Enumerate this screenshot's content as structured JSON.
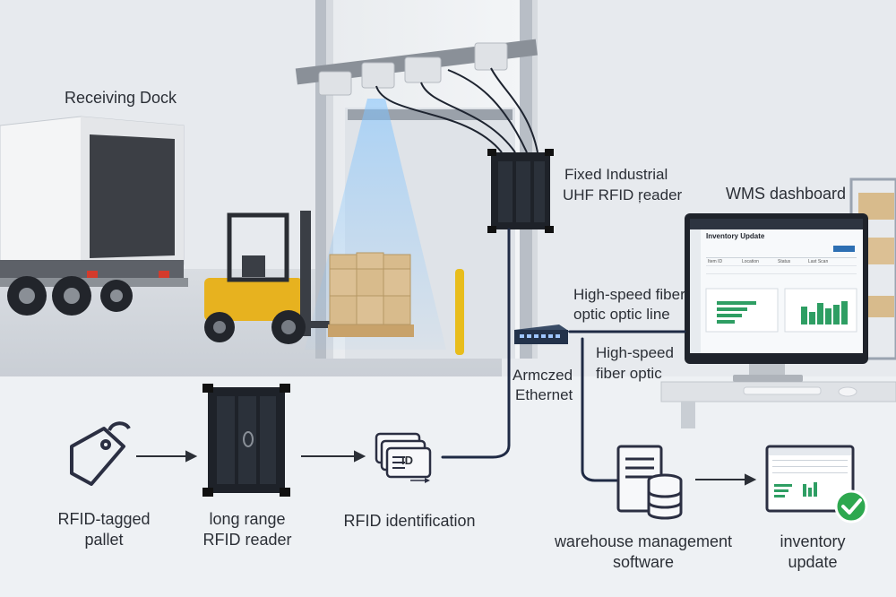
{
  "labels": {
    "receiving_dock": "Receiving Dock",
    "fixed_reader_line1": "Fixed Industrial",
    "fixed_reader_line2": "UHF RFID ŗeader",
    "wms_dashboard": "WMS dashboard",
    "fiber_line1_a": "High-speed fiber",
    "fiber_line1_b": "optic optic line",
    "fiber_line2_a": "High-speed",
    "fiber_line2_b": "fiber optic",
    "ethernet_a": "Armczed",
    "ethernet_b": "Ethernet",
    "tag_a": "RFID-tagged",
    "tag_b": "pallet",
    "reader_a": "long range",
    "reader_b": "RFID reader",
    "identification": "RFID identification",
    "wms_a": "warehouse management",
    "wms_b": "software",
    "inventory_a": "inventory",
    "inventory_b": "update"
  },
  "id_card_text": "ID",
  "monitor": {
    "app_title": "Inventory Update",
    "columns": [
      "Item ID",
      "Location",
      "Status",
      "Last Scan"
    ]
  },
  "colors": {
    "accent_blue": "#2d6fb3",
    "chart_green": "#2e9e63",
    "navy_line": "#1f2a44",
    "forklift_yellow": "#e7b21f",
    "check_green": "#2ea84f"
  },
  "icons": [
    "tag-icon",
    "rfid-reader-icon",
    "id-card-icon",
    "server-database-icon",
    "inventory-check-icon",
    "network-switch-icon"
  ]
}
